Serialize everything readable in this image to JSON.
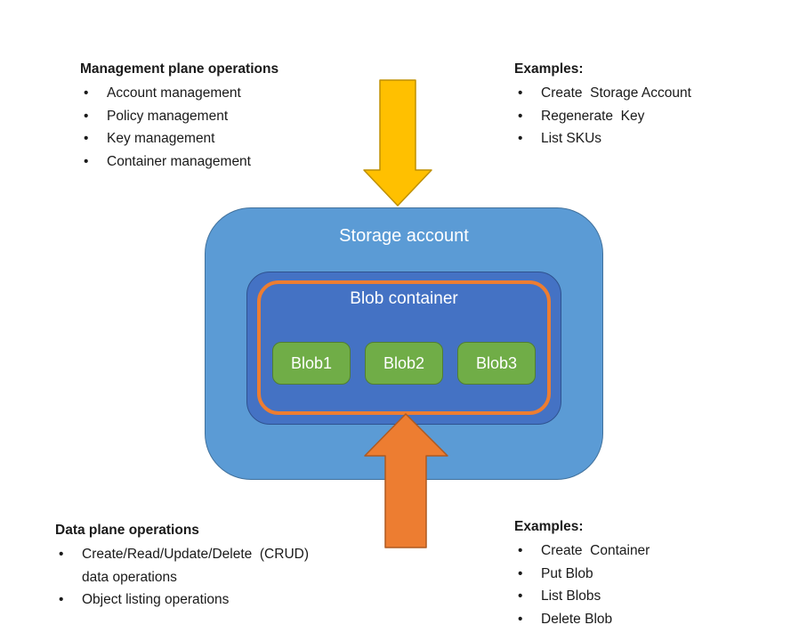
{
  "blocks": {
    "management": {
      "heading": "Management plane operations",
      "items": [
        "Account management",
        "Policy management",
        "Key management",
        "Container management"
      ]
    },
    "management_examples": {
      "heading": "Examples:",
      "items": [
        "Create  Storage Account",
        "Regenerate  Key",
        "List SKUs"
      ]
    },
    "data_plane": {
      "heading": "Data plane operations",
      "items": [
        "Create/Read/Update/Delete  (CRUD)\ndata operations",
        "Object listing operations"
      ]
    },
    "data_plane_examples": {
      "heading": "Examples:",
      "items": [
        "Create  Container",
        "Put Blob",
        "List Blobs",
        "Delete Blob"
      ]
    }
  },
  "diagram": {
    "storage_account_label": "Storage account",
    "blob_container_label": "Blob container",
    "blobs": [
      "Blob1",
      "Blob2",
      "Blob3"
    ],
    "arrows": {
      "management_plane": {
        "direction": "down",
        "fill": "#FFC000",
        "stroke": "#BF9000"
      },
      "data_plane": {
        "direction": "up",
        "fill": "#ED7D31",
        "stroke": "#AE5A21"
      }
    }
  },
  "colors": {
    "storage_account_fill": "#5B9BD5",
    "storage_account_border": "#41719C",
    "blob_container_fill": "#4472C4",
    "blob_container_outline": "#ED7D31",
    "blob_fill": "#70AD47",
    "blob_border": "#507E32",
    "text": "#1a1a1a",
    "label_text": "#ffffff",
    "background": "#ffffff"
  }
}
